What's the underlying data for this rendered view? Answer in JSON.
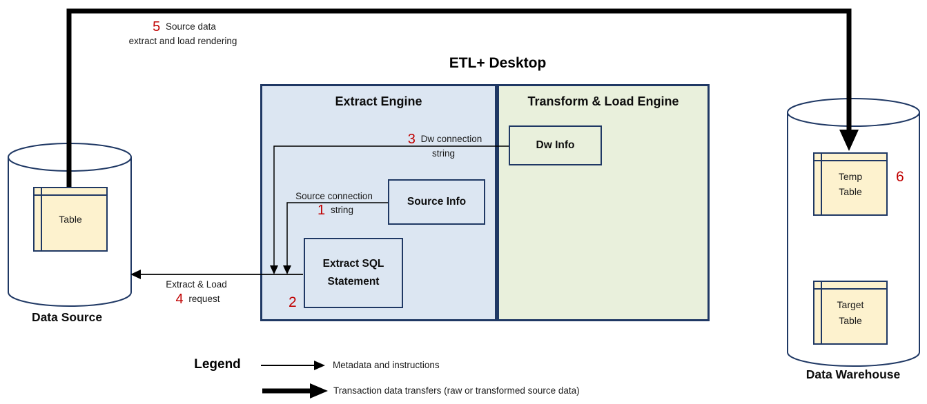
{
  "title": "ETL+ Desktop",
  "extract_engine": {
    "label": "Extract Engine",
    "source_info": "Source Info",
    "extract_sql": "Extract SQL Statement"
  },
  "transform_load_engine": {
    "label": "Transform & Load Engine",
    "dw_info": "Dw Info"
  },
  "data_source": {
    "label": "Data Source",
    "table": "Table"
  },
  "data_warehouse": {
    "label": "Data Warehouse",
    "temp_table": "Temp Table",
    "target_table": "Target Table"
  },
  "flows": {
    "f1": {
      "num": "1",
      "text": "Source connection",
      "text2": "string"
    },
    "f2": {
      "num": "2"
    },
    "f3": {
      "num": "3",
      "text": "Dw connection",
      "text2": "string"
    },
    "f4": {
      "num": "4",
      "text": "Extract & Load",
      "text2": "request"
    },
    "f5": {
      "num": "5",
      "text": "Source data",
      "text2": "extract and load rendering"
    },
    "f6": {
      "num": "6"
    }
  },
  "legend": {
    "title": "Legend",
    "thin_label": "Metadata and instructions",
    "thick_label": "Transaction data transfers (raw or transformed  source data)"
  },
  "colors": {
    "accent_red": "#C00000",
    "navy_border": "#1F3864",
    "engine_blue": "#DCE6F2",
    "engine_green": "#E9F0DC",
    "table_cream": "#FDF2CE",
    "arrow_black": "#000000"
  }
}
